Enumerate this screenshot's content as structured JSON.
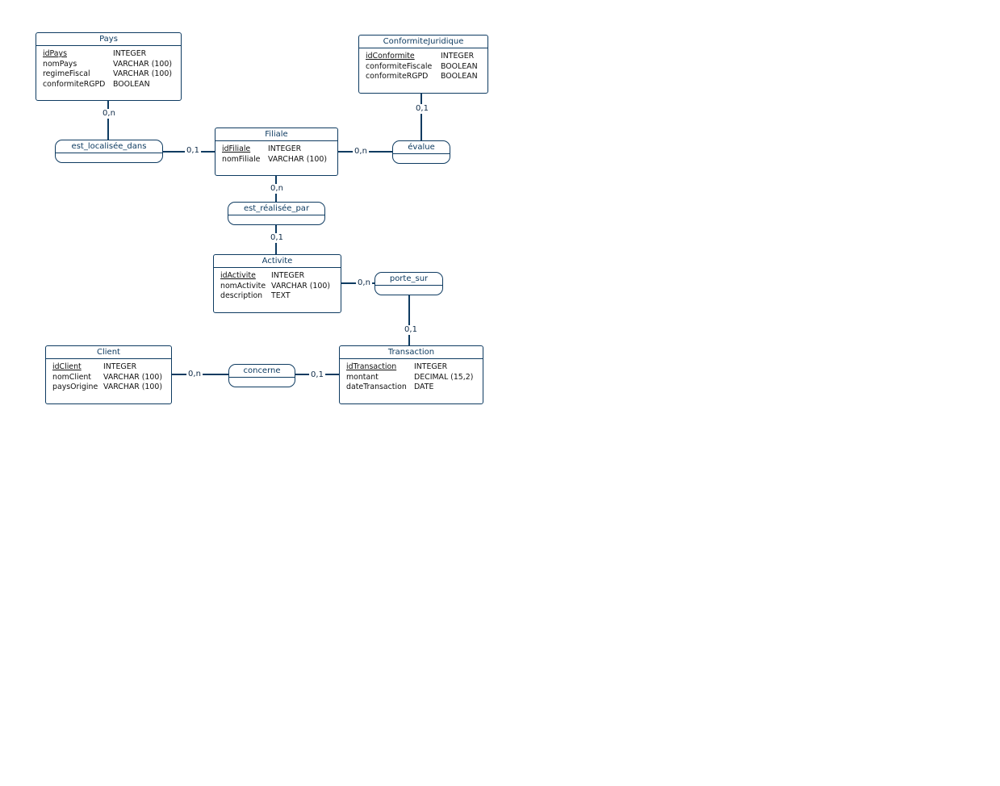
{
  "entities": {
    "pays": {
      "name": "Pays",
      "attributes": [
        {
          "name": "idPays",
          "type": "INTEGER",
          "key": true
        },
        {
          "name": "nomPays",
          "type": "VARCHAR (100)",
          "key": false
        },
        {
          "name": "regimeFiscal",
          "type": "VARCHAR (100)",
          "key": false
        },
        {
          "name": "conformiteRGPD",
          "type": "BOOLEAN",
          "key": false
        }
      ]
    },
    "conformite": {
      "name": "ConformiteJuridique",
      "attributes": [
        {
          "name": "idConformite",
          "type": "INTEGER",
          "key": true
        },
        {
          "name": "conformiteFiscale",
          "type": "BOOLEAN",
          "key": false
        },
        {
          "name": "conformiteRGPD",
          "type": "BOOLEAN",
          "key": false
        }
      ]
    },
    "filiale": {
      "name": "Filiale",
      "attributes": [
        {
          "name": "idFiliale",
          "type": "INTEGER",
          "key": true
        },
        {
          "name": "nomFiliale",
          "type": "VARCHAR (100)",
          "key": false
        }
      ]
    },
    "activite": {
      "name": "Activite",
      "attributes": [
        {
          "name": "idActivite",
          "type": "INTEGER",
          "key": true
        },
        {
          "name": "nomActivite",
          "type": "VARCHAR (100)",
          "key": false
        },
        {
          "name": "description",
          "type": "TEXT",
          "key": false
        }
      ]
    },
    "client": {
      "name": "Client",
      "attributes": [
        {
          "name": "idClient",
          "type": "INTEGER",
          "key": true
        },
        {
          "name": "nomClient",
          "type": "VARCHAR (100)",
          "key": false
        },
        {
          "name": "paysOrigine",
          "type": "VARCHAR (100)",
          "key": false
        }
      ]
    },
    "transaction": {
      "name": "Transaction",
      "attributes": [
        {
          "name": "idTransaction",
          "type": "INTEGER",
          "key": true
        },
        {
          "name": "montant",
          "type": "DECIMAL (15,2)",
          "key": false
        },
        {
          "name": "dateTransaction",
          "type": "DATE",
          "key": false
        }
      ]
    }
  },
  "associations": {
    "est_localisee_dans": {
      "name": "est_localisée_dans"
    },
    "evalue": {
      "name": "évalue"
    },
    "est_realisee_par": {
      "name": "est_réalisée_par"
    },
    "porte_sur": {
      "name": "porte_sur"
    },
    "concerne": {
      "name": "concerne"
    }
  },
  "cardinalities": {
    "pays_loc": "0,n",
    "filiale_loc": "0,1",
    "filiale_evalue": "0,n",
    "conformite_evalue": "0,1",
    "filiale_realisee": "0,n",
    "activite_realisee": "0,1",
    "activite_porte": "0,n",
    "transaction_porte": "0,1",
    "client_concerne": "0,n",
    "transaction_concerne": "0,1"
  }
}
